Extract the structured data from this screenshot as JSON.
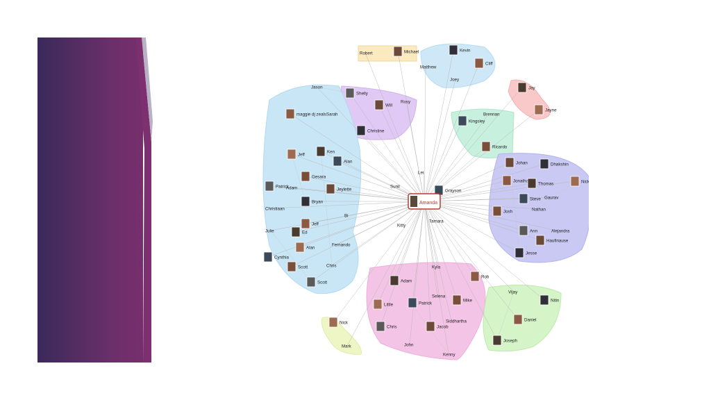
{
  "center": {
    "name": "Amanda"
  },
  "groups": [
    {
      "id": "robert-michael",
      "color": "#fbe9c0",
      "stroke": "#f0d79a",
      "people": [
        {
          "name": "Robert"
        },
        {
          "name": "Michael",
          "photo": true
        }
      ]
    },
    {
      "id": "kevin-cliff",
      "color": "#cfe8f7",
      "stroke": "#b5dcf2",
      "people": [
        {
          "name": "Kevin",
          "photo": true
        },
        {
          "name": "Cliff",
          "photo": true
        },
        {
          "name": "Matthew"
        },
        {
          "name": "Joey"
        }
      ]
    },
    {
      "id": "jay-jayne",
      "color": "#f9c9c9",
      "stroke": "#f2b0b0",
      "people": [
        {
          "name": "Jay",
          "photo": true
        },
        {
          "name": "Jayne",
          "photo": true
        }
      ]
    },
    {
      "id": "brennan",
      "color": "#c8f0de",
      "stroke": "#aee4ca",
      "people": [
        {
          "name": "Brennan"
        },
        {
          "name": "Kingsley",
          "photo": true
        },
        {
          "name": "Ricardo",
          "photo": true
        }
      ]
    },
    {
      "id": "shelly",
      "color": "#e0c9f4",
      "stroke": "#d0b2ee",
      "people": [
        {
          "name": "Shelly",
          "photo": true
        },
        {
          "name": "Will",
          "photo": true
        },
        {
          "name": "Rosy"
        },
        {
          "name": "Christine",
          "photo": true
        }
      ]
    },
    {
      "id": "jason",
      "color": "#c9e6f7",
      "stroke": "#b0daf2",
      "people": [
        {
          "name": "Jason"
        },
        {
          "name": "maggie dj zealsSarah",
          "photo": true
        },
        {
          "name": "Ken",
          "photo": true
        },
        {
          "name": "Jeff",
          "photo": true
        },
        {
          "name": "Alan",
          "photo": true
        },
        {
          "name": "Gesara",
          "photo": true
        },
        {
          "name": "Patrick",
          "photo": true
        },
        {
          "name": "Adam"
        },
        {
          "name": "Jeylette",
          "photo": true
        },
        {
          "name": "Bryan",
          "photo": true
        },
        {
          "name": "Christiaan"
        },
        {
          "name": "Bi"
        },
        {
          "name": "Jeff",
          "photo": true
        },
        {
          "name": "Julie"
        },
        {
          "name": "Ed",
          "photo": true
        },
        {
          "name": "Fernando"
        },
        {
          "name": "Alan",
          "photo": true
        },
        {
          "name": "Cynthia",
          "photo": true
        },
        {
          "name": "Scott",
          "photo": true
        },
        {
          "name": "Chris"
        },
        {
          "name": "Scott",
          "photo": true
        }
      ]
    },
    {
      "id": "johan",
      "color": "#c9c9f4",
      "stroke": "#b3b3ee",
      "people": [
        {
          "name": "Johan",
          "photo": true
        },
        {
          "name": "Dhakshin",
          "photo": true
        },
        {
          "name": "Jonathan",
          "photo": true
        },
        {
          "name": "Thomas",
          "photo": true
        },
        {
          "name": "Nick",
          "photo": true
        },
        {
          "name": "Steve",
          "photo": true
        },
        {
          "name": "Gaurav"
        },
        {
          "name": "Josh",
          "photo": true
        },
        {
          "name": "Nathan"
        },
        {
          "name": "Ann",
          "photo": true
        },
        {
          "name": "Alejandra"
        },
        {
          "name": "Haufinause",
          "photo": true
        },
        {
          "name": "Jesse",
          "photo": true
        }
      ]
    },
    {
      "id": "kyla",
      "color": "#f4c4e6",
      "stroke": "#eeaddb",
      "people": [
        {
          "name": "Kyla"
        },
        {
          "name": "Rob",
          "photo": true
        },
        {
          "name": "Adam",
          "photo": true
        },
        {
          "name": "Selena"
        },
        {
          "name": "Little",
          "photo": true
        },
        {
          "name": "Patrick",
          "photo": true
        },
        {
          "name": "Mike",
          "photo": true
        },
        {
          "name": "Siddhartha"
        },
        {
          "name": "Chris",
          "photo": true
        },
        {
          "name": "Jacob",
          "photo": true
        },
        {
          "name": "John"
        },
        {
          "name": "Kenny"
        }
      ]
    },
    {
      "id": "vijay",
      "color": "#d5f4c8",
      "stroke": "#bfeaab",
      "people": [
        {
          "name": "Vijay"
        },
        {
          "name": "Nitin",
          "photo": true
        },
        {
          "name": "Daniel",
          "photo": true
        },
        {
          "name": "Joseph",
          "photo": true
        }
      ]
    },
    {
      "id": "nick-mark",
      "color": "#eef6c6",
      "stroke": "#dfeca8",
      "people": [
        {
          "name": "Nick",
          "photo": true
        },
        {
          "name": "Mark"
        }
      ]
    }
  ],
  "loose": [
    {
      "name": "Lei"
    },
    {
      "name": "Sunil"
    },
    {
      "name": "Grayson",
      "photo": true
    },
    {
      "name": "Kitty"
    },
    {
      "name": "Tamara"
    }
  ]
}
